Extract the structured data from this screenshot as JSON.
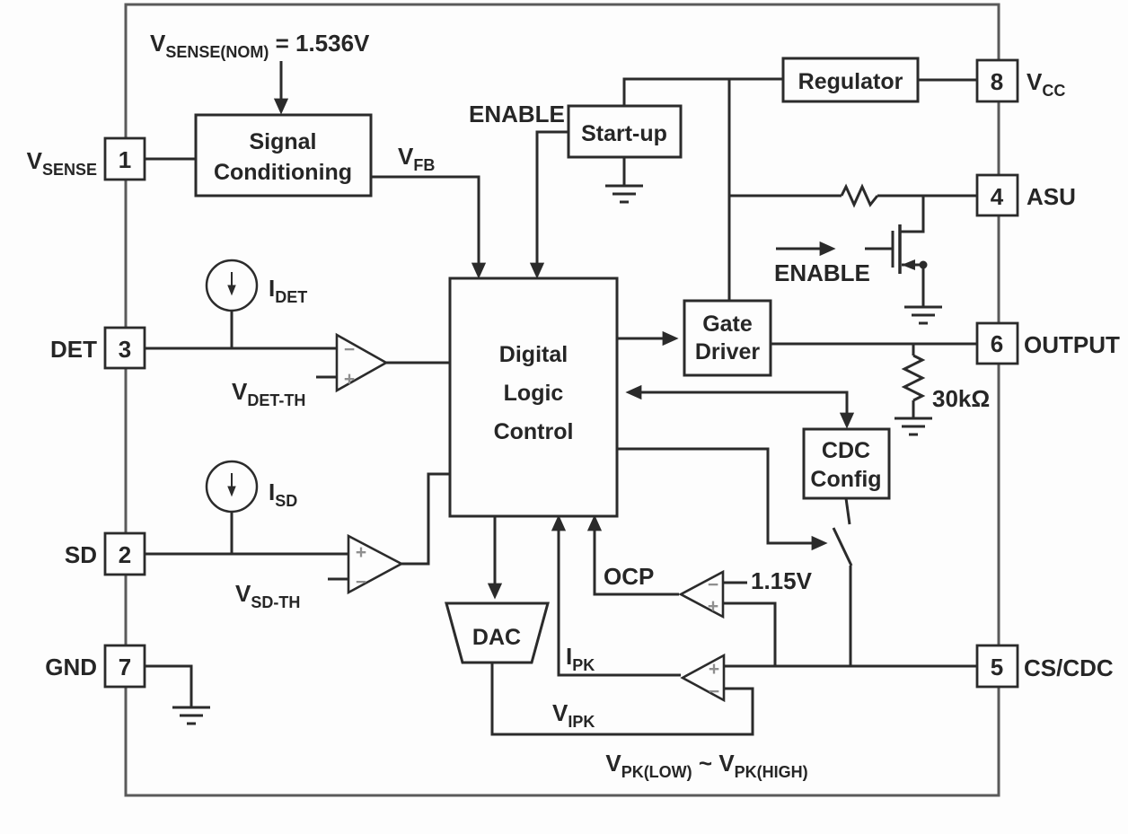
{
  "diagram_type": "ic-functional-block-diagram",
  "colors": {
    "line": "#2b2b2b",
    "chip_border": "#5a5a5a",
    "background": "#fdfdfd",
    "comparator_sign": "#8f8f8f"
  },
  "blocks": {
    "signal_conditioning": {
      "line1": "Signal",
      "line2": "Conditioning"
    },
    "startup": {
      "label": "Start-up"
    },
    "regulator": {
      "label": "Regulator"
    },
    "gate_driver": {
      "line1": "Gate",
      "line2": "Driver"
    },
    "digital_logic_control": {
      "line1": "Digital",
      "line2": "Logic",
      "line3": "Control"
    },
    "cdc_config": {
      "line1": "CDC",
      "line2": "Config"
    },
    "dac": {
      "label": "DAC"
    }
  },
  "pins": {
    "pin1": {
      "number": "1",
      "label_main": "V",
      "label_sub": "SENSE"
    },
    "pin3": {
      "number": "3",
      "label": "DET"
    },
    "pin2": {
      "number": "2",
      "label": "SD"
    },
    "pin7": {
      "number": "7",
      "label": "GND"
    },
    "pin8": {
      "number": "8",
      "label_main": "V",
      "label_sub": "CC"
    },
    "pin4": {
      "number": "4",
      "label": "ASU"
    },
    "pin6": {
      "number": "6",
      "label": "OUTPUT"
    },
    "pin5": {
      "number": "5",
      "label": "CS/CDC"
    }
  },
  "signals": {
    "vsense_nom": {
      "main": "V",
      "sub": "SENSE(NOM)",
      "rest": " = 1.536V"
    },
    "vfb": {
      "main": "V",
      "sub": "FB"
    },
    "enable_top": "ENABLE",
    "enable_asu": "ENABLE",
    "idet": {
      "main": "I",
      "sub": "DET"
    },
    "vdet_th": {
      "main": "V",
      "sub": "DET-TH"
    },
    "isd": {
      "main": "I",
      "sub": "SD"
    },
    "vsd_th": {
      "main": "V",
      "sub": "SD-TH"
    },
    "ocp": "OCP",
    "vref": "1.15V",
    "ipk": {
      "main": "I",
      "sub": "PK"
    },
    "vipk": {
      "main": "V",
      "sub": "IPK"
    },
    "vpk_range": {
      "v1": "V",
      "s1": "PK(LOW)",
      "tilde": " ~ ",
      "v2": "V",
      "s2": "PK(HIGH)"
    },
    "resistor_30k": "30kΩ"
  },
  "symbols": {
    "plus": "+",
    "minus": "−"
  }
}
